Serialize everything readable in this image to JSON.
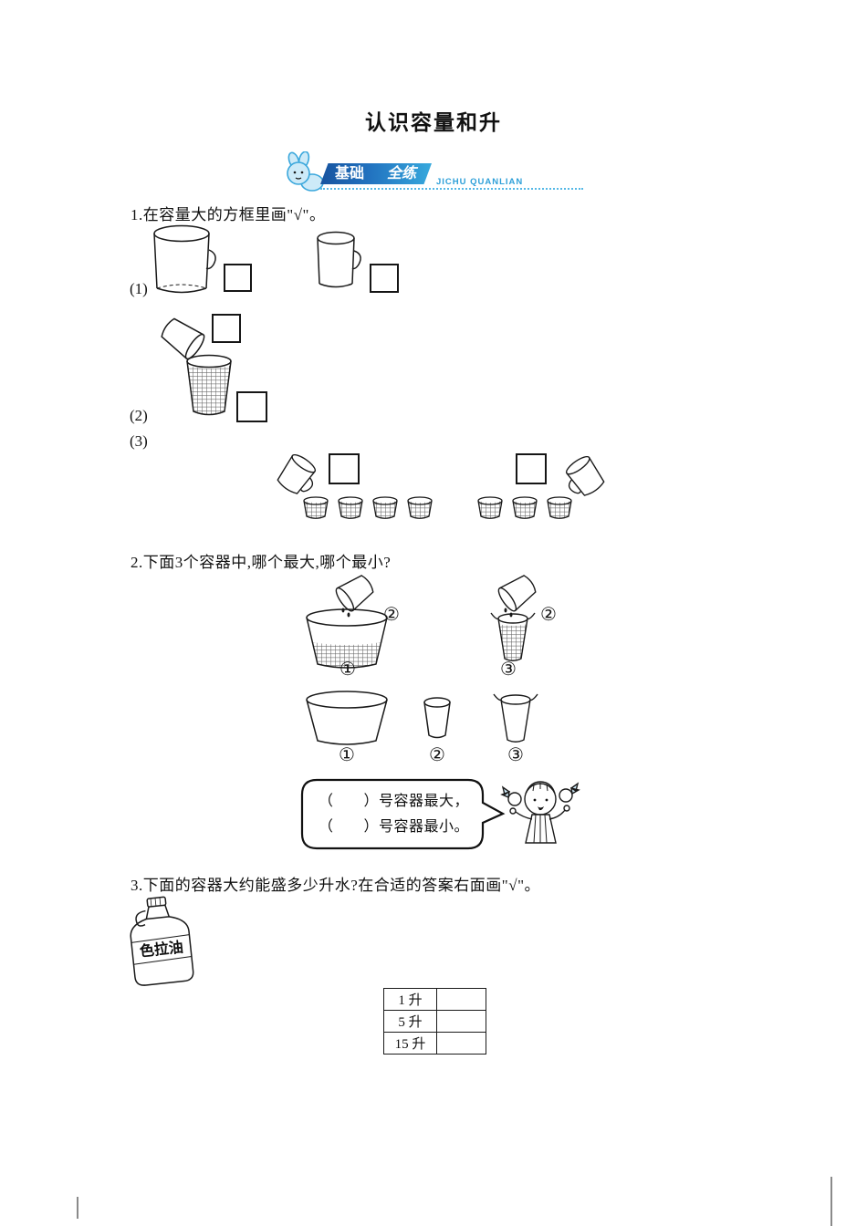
{
  "page": {
    "title": "认识容量和升"
  },
  "banner": {
    "word1": "基础",
    "word2": "全练",
    "pinyin": "JICHU QUANLIAN"
  },
  "q1": {
    "text": "1.在容量大的方框里画\"√\"。",
    "part1": "(1)",
    "part2": "(2)",
    "part3": "(3)"
  },
  "q2": {
    "text": "2.下面3个容器中,哪个最大,哪个最小?",
    "pour_left_label": "②",
    "container_left_label": "①",
    "pour_right_label": "②",
    "container_right_label": "③",
    "row2_label1": "①",
    "row2_label2": "②",
    "row2_label3": "③",
    "bubble_line1": "（　　）号容器最大，",
    "bubble_line2": "（　　）号容器最小。"
  },
  "q3": {
    "text": "3.下面的容器大约能盛多少升水?在合适的答案右面画\"√\"。",
    "bottle_label": "色拉油",
    "option1": "1 升",
    "option2": "5 升",
    "option3": "15 升"
  }
}
